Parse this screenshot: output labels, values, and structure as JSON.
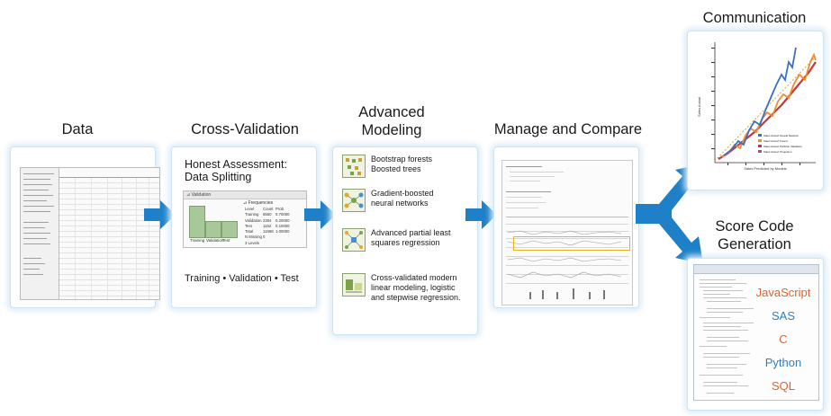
{
  "stages": {
    "data": {
      "title": "Data"
    },
    "cross_validation": {
      "title": "Cross-Validation",
      "heading": "Honest Assessment:\nData Splitting",
      "footer": "Training • Validation • Test",
      "window_title": "⊿ Validation",
      "bars": [
        {
          "label": "Training",
          "value": 0.5
        },
        {
          "label": "Validation",
          "value": 0.25
        },
        {
          "label": "Test",
          "value": 0.25
        }
      ],
      "freq_title": "⊿ Frequencies",
      "freq_headers": [
        "Level",
        "Count",
        "Prob"
      ],
      "freq_rows": [
        [
          "Training",
          "6560",
          "0.70000"
        ],
        [
          "Validation",
          "2304",
          "0.20000"
        ],
        [
          "Test",
          "1152",
          "0.10000"
        ],
        [
          "Total",
          "11568",
          "1.00000"
        ],
        [
          "N Missing",
          "0",
          ""
        ],
        [
          "3 Levels",
          "",
          ""
        ]
      ]
    },
    "advanced_modeling": {
      "title": "Advanced\nModeling",
      "items": [
        {
          "icon": "forest-icon",
          "text": "Bootstrap forests\nBoosted trees"
        },
        {
          "icon": "neural-network-icon",
          "text": "Gradient-boosted\nneural networks"
        },
        {
          "icon": "pls-icon",
          "text": "Advanced partial least\nsquares regression"
        },
        {
          "icon": "regression-icon",
          "text": "Cross-validated modern\nlinear modeling, logistic\nand stepwise regression."
        }
      ]
    },
    "manage_compare": {
      "title": "Manage and Compare"
    },
    "communication": {
      "title": "Communication",
      "y_axis_label": "Sales Actual",
      "x_axis_label": "Sales Predicted by Models",
      "legend": [
        "Sales Actual: Neural Network",
        "Sales Actual: Forest",
        "Sales Actual: Partition Validation",
        "Sales Actual: Projection"
      ]
    },
    "score_code": {
      "title": "Score Code\nGeneration",
      "languages": [
        {
          "name": "JavaScript",
          "color": "#e0622a"
        },
        {
          "name": "SAS",
          "color": "#2f7fc1"
        },
        {
          "name": "C",
          "color": "#e0622a"
        },
        {
          "name": "Python",
          "color": "#2f7fc1"
        },
        {
          "name": "SQL",
          "color": "#e0622a"
        }
      ]
    }
  },
  "colors": {
    "arrow": "#1e80c8",
    "panel_glow": "#dcecf8",
    "series_blue": "#3a6fc4",
    "series_orange": "#f08c2e",
    "series_red": "#c8363b"
  }
}
